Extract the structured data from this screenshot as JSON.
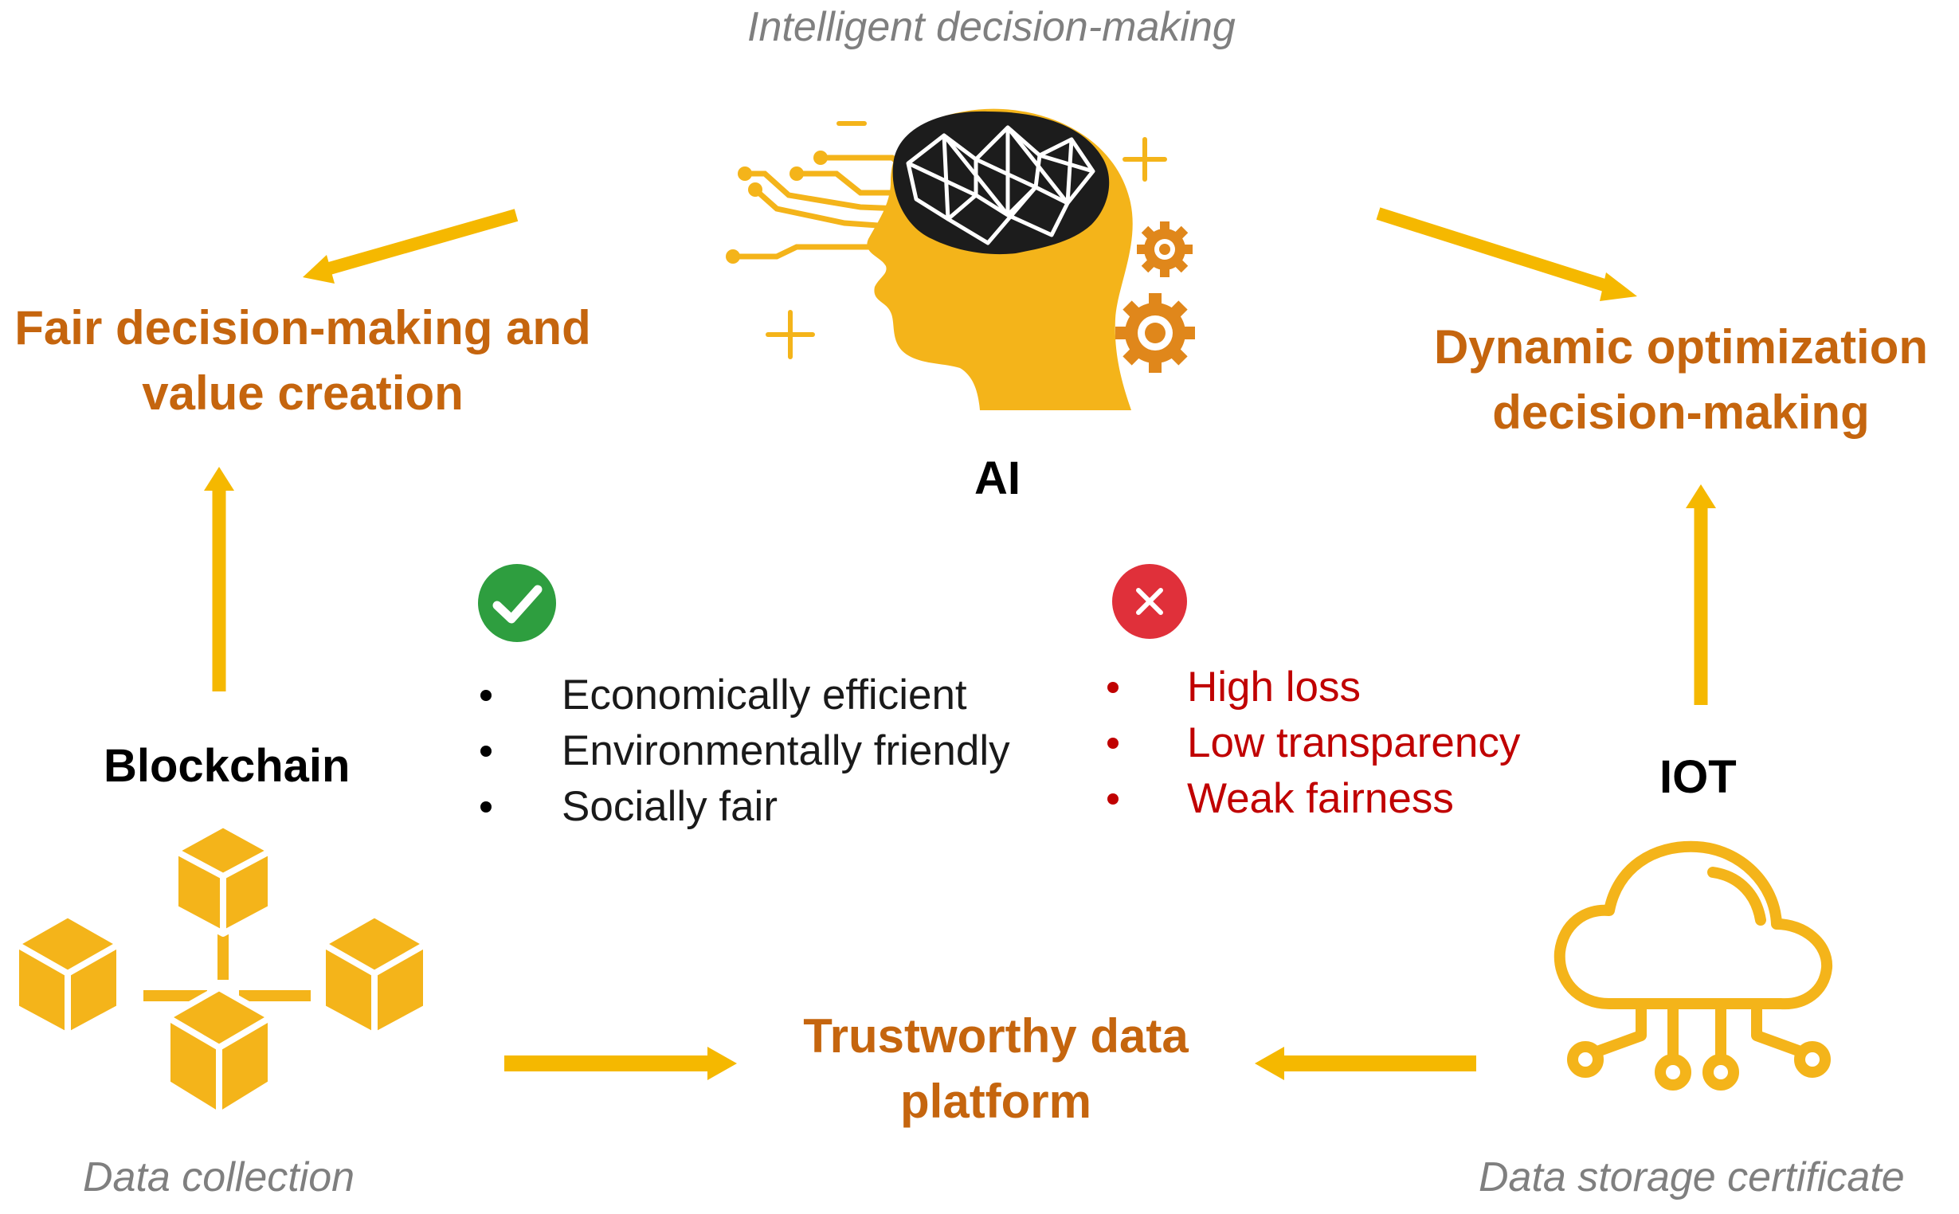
{
  "captions": {
    "top": "Intelligent decision-making",
    "bottom_left": "Data collection",
    "bottom_right": "Data storage certificate"
  },
  "nodes": {
    "ai": "AI",
    "blockchain": "Blockchain",
    "iot": "IOT"
  },
  "outcomes": {
    "fair": [
      "Fair decision-making and",
      "value creation"
    ],
    "dynamic": [
      "Dynamic optimization",
      "decision-making"
    ],
    "trustworthy": [
      "Trustworthy data",
      "platform"
    ]
  },
  "pros": {
    "icon": "check-icon",
    "items": [
      "Economically efficient",
      "Environmentally friendly",
      "Socially fair"
    ]
  },
  "cons": {
    "icon": "cross-icon",
    "items": [
      "High loss",
      "Low transparency",
      "Weak fairness"
    ]
  },
  "colors": {
    "arrow": "#f5b800",
    "icon": "#f4b41a",
    "outcome_text": "#c5650e",
    "caption_text": "#7f7f7f",
    "cons_text": "#c00000",
    "check_badge": "#2e9e3f",
    "cross_badge": "#e0303a"
  }
}
